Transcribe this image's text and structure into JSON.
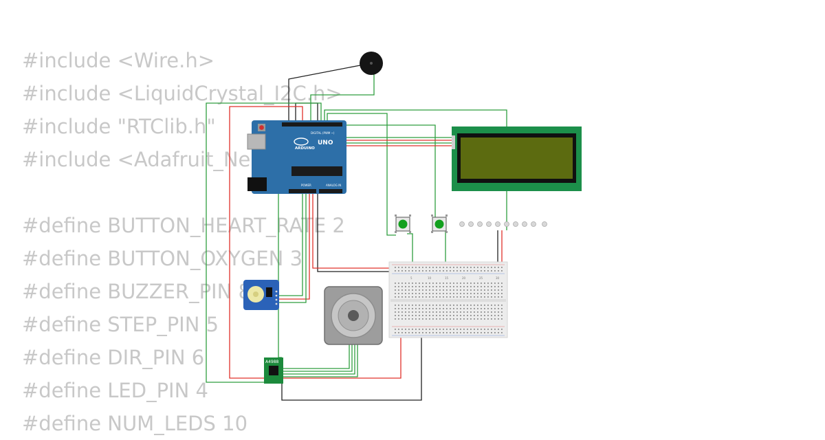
{
  "code_lines": [
    "#include <Wire.h>",
    "#include <LiquidCrystal_I2C.h>",
    "#include \"RTClib.h\"",
    "#include <Adafruit_NeoPixel.h>",
    "",
    "#define BUTTON_HEART_RATE 2",
    "#define BUTTON_OXYGEN 3",
    "#define BUZZER_PIN 8",
    "#define STEP_PIN 5",
    "#define DIR_PIN 6",
    "#define LED_PIN 4",
    "#define NUM_LEDS 10"
  ],
  "arduino": {
    "brand": "ARDUINO",
    "model": "UNO",
    "header_label": "DIGITAL (PWM ~)",
    "power_label": "POWER",
    "analog_label": "ANALOG IN"
  },
  "driver": {
    "label": "A4988"
  },
  "breadboard": {
    "column_numbers": [
      "5",
      "10",
      "15",
      "20",
      "25",
      "30"
    ]
  },
  "colors": {
    "wire_green": "#2e9e3e",
    "wire_red": "#e0302a",
    "wire_black": "#202020",
    "arduino_blue": "#2d6fa8",
    "lcd_green": "#1c8f4a",
    "lcd_screen": "#5c6b10",
    "button_green": "#13a01e"
  },
  "icons": [
    "buzzer-icon",
    "arduino-uno-board",
    "lcd-display",
    "pushbutton",
    "led-ring",
    "rtc-module",
    "stepper-motor",
    "a4988-driver",
    "breadboard"
  ]
}
